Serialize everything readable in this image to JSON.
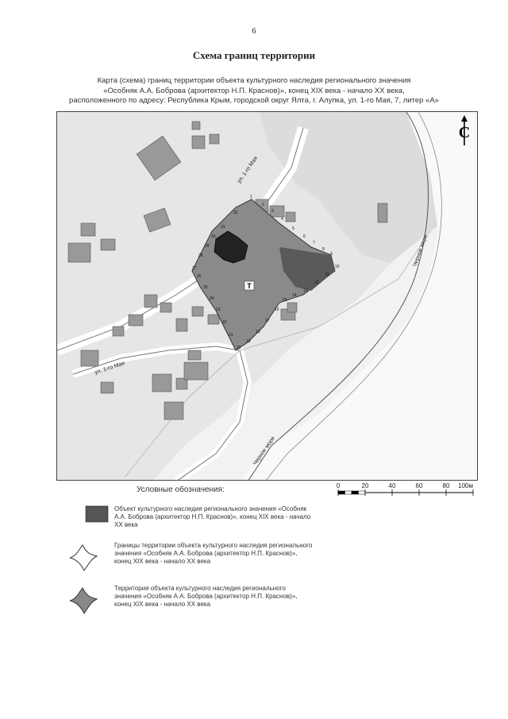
{
  "page": {
    "number": "6"
  },
  "title": "Схема границ территории",
  "caption": {
    "line1": "Карта (схема) границ территории объекта культурного наследия регионального значения",
    "line2": "«Особняк А.А. Боброва (архитектор Н.П. Краснов)», конец XIX века - начало XX века,",
    "line3": "расположенного по адресу: Республика Крым, городской округ Ялта, г. Алупка, ул. 1-го Мая, 7, литер «А»"
  },
  "map": {
    "north_symbol": "С",
    "street_label_top": "ул. 1-го Мая",
    "street_label_bottom": "ул. 1-го Мая",
    "sea_label_east": "Черное море",
    "sea_label_south": "Черное море",
    "territory_marker": "Т",
    "point_labels": [
      "1",
      "2",
      "3",
      "4",
      "5",
      "6",
      "7",
      "8",
      "9",
      "10",
      "11",
      "12",
      "13",
      "14",
      "15",
      "16",
      "17",
      "18",
      "19",
      "20",
      "21",
      "22",
      "23",
      "24",
      "25",
      "26",
      "27",
      "28",
      "29",
      "30",
      "31",
      "32"
    ],
    "colors": {
      "object": "#333333",
      "territory": "#8a8a8a",
      "building": "#9a9a9a",
      "road": "#ffffff",
      "background": "#f4f4f4"
    }
  },
  "scale": {
    "ticks": [
      "0",
      "20",
      "40",
      "60",
      "80",
      "100м"
    ]
  },
  "legend": {
    "header": "Условные обозначения:",
    "items": [
      {
        "icon": "object-swatch",
        "text": "Объект культурного наследия регионального значения «Особняк А.А. Боброва (архитектор Н.П. Краснов)», конец XIX века - начало XX века"
      },
      {
        "icon": "boundary-outline-icon",
        "text": "Границы территории объекта культурного наследия регионального значения «Особняк А.А. Боброва (архитектор Н.П. Краснов)», конец XIX века - начало XX века"
      },
      {
        "icon": "territory-fill-icon",
        "text": "Территория объекта культурного наследия регионального значения «Особняк А.А. Боброва (архитектор Н.П. Краснов)», конец XIX века - начало XX века"
      }
    ]
  }
}
